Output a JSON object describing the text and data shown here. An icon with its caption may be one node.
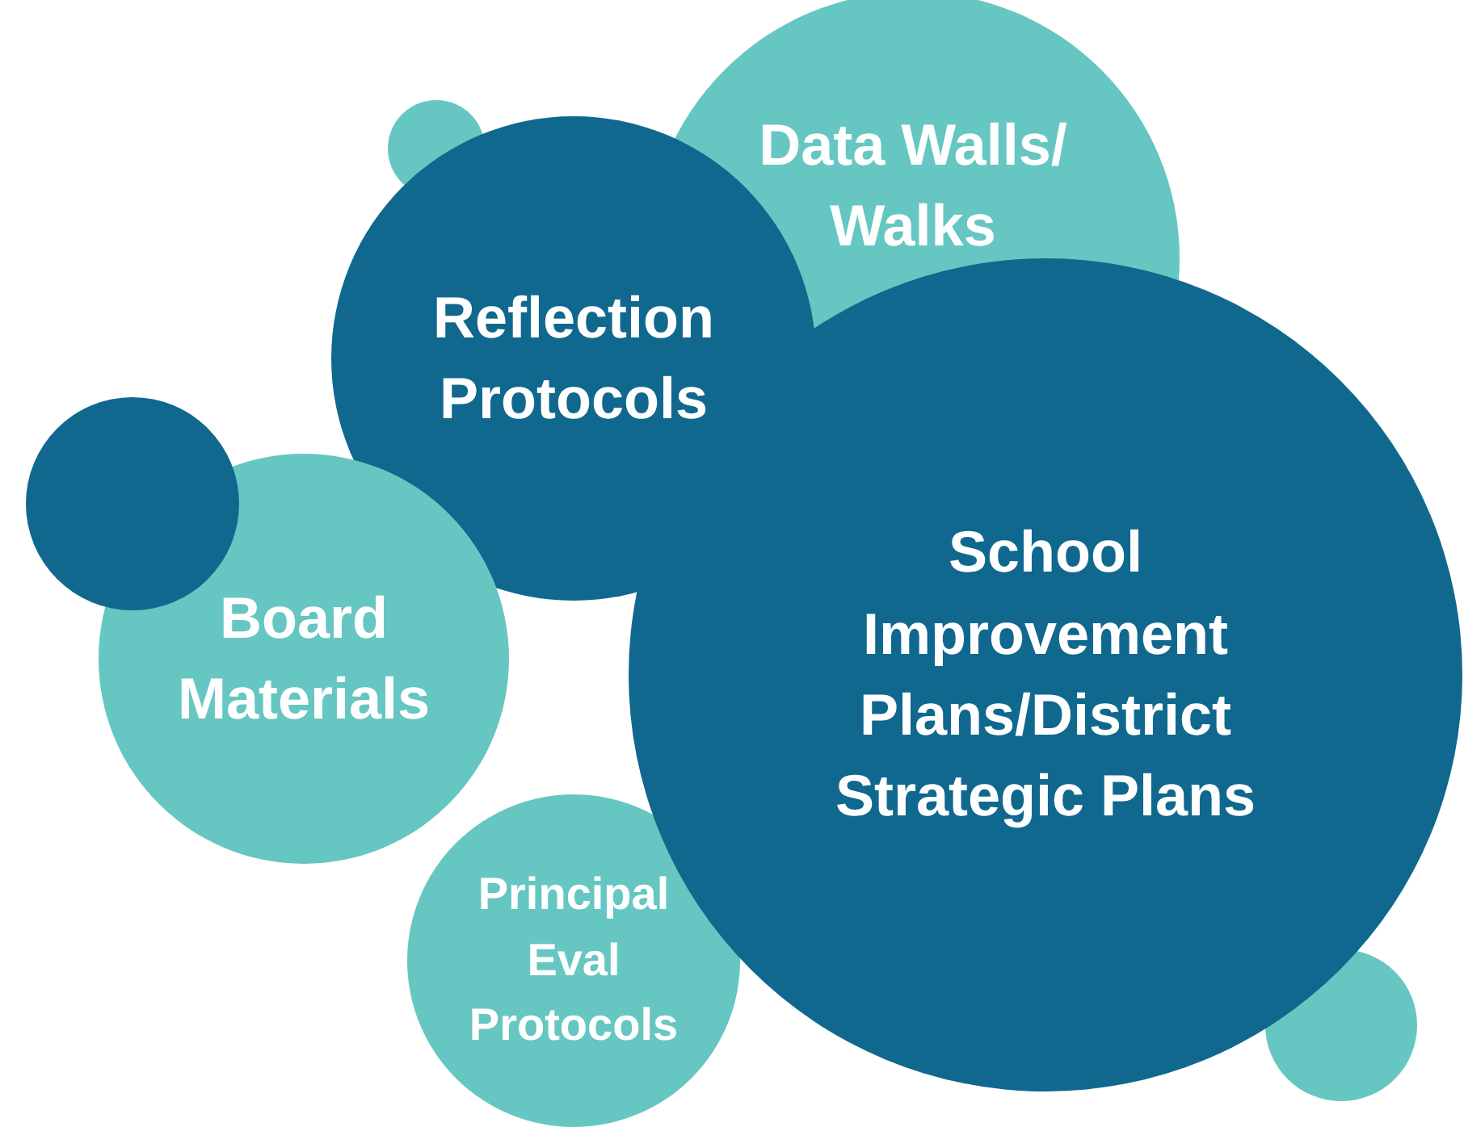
{
  "diagram": {
    "nodes": [
      {
        "text": [],
        "shape": "circle"
      },
      {
        "text": [
          "Data Walls/ Walks"
        ]
      },
      {
        "text": [
          "Reflection Protocols"
        ]
      },
      {
        "text": [],
        "shape": "circle"
      },
      {
        "text": [
          "Board Materials"
        ]
      },
      {
        "text": [
          "School Improvement Plans/District Strategic Plans"
        ]
      },
      {
        "text": [
          "Principal Eval Protocols"
        ]
      },
      {
        "text": [],
        "shape": "circle"
      }
    ]
  }
}
